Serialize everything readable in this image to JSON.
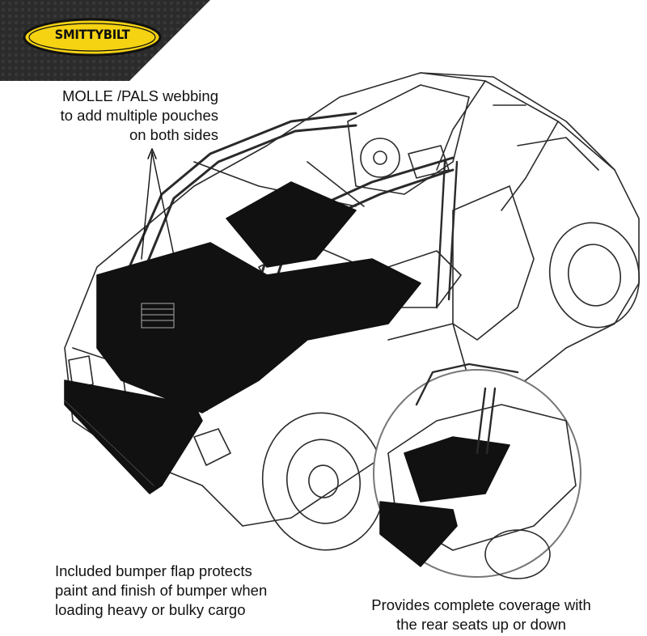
{
  "brand": {
    "logo_text": "SMITTYBILT",
    "logo_yellow": "#f5d313",
    "header_dark": "#2b2b2b"
  },
  "callouts": {
    "molle": [
      "MOLLE /PALS  webbing",
      "to add multiple pouches",
      "on both sides"
    ],
    "bumper": [
      "Included bumper flap protects",
      "paint and finish of bumper when",
      "loading heavy or bulky cargo"
    ],
    "coverage": [
      "Provides complete coverage with",
      "the rear seats up or down"
    ]
  },
  "colors": {
    "liner": "#111111",
    "line": "#2a2a2a"
  }
}
